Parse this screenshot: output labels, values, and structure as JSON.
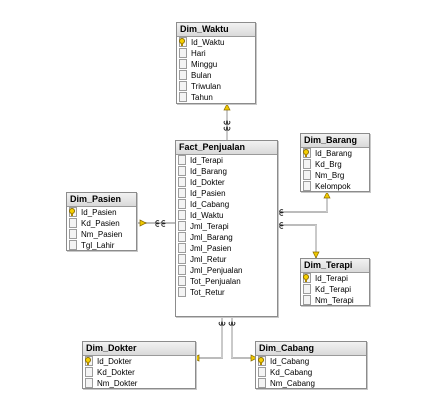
{
  "tables": [
    {
      "id": "dim_waktu",
      "title": "Dim_Waktu",
      "columns": [
        {
          "name": "Id_Waktu",
          "pk": true
        },
        {
          "name": "Hari"
        },
        {
          "name": "Minggu"
        },
        {
          "name": "Bulan"
        },
        {
          "name": "Triwulan"
        },
        {
          "name": "Tahun"
        }
      ]
    },
    {
      "id": "fact_penjualan",
      "title": "Fact_Penjualan",
      "columns": [
        {
          "name": "Id_Terapi"
        },
        {
          "name": "Id_Barang"
        },
        {
          "name": "Id_Dokter"
        },
        {
          "name": "Id_Pasien"
        },
        {
          "name": "Id_Cabang"
        },
        {
          "name": "Id_Waktu"
        },
        {
          "name": "Jml_Terapi"
        },
        {
          "name": "Jml_Barang"
        },
        {
          "name": "Jml_Pasien"
        },
        {
          "name": "Jml_Retur"
        },
        {
          "name": "Jml_Penjualan"
        },
        {
          "name": "Tot_Penjualan"
        },
        {
          "name": "Tot_Retur"
        }
      ]
    },
    {
      "id": "dim_barang",
      "title": "Dim_Barang",
      "columns": [
        {
          "name": "Id_Barang",
          "pk": true
        },
        {
          "name": "Kd_Brg"
        },
        {
          "name": "Nm_Brg"
        },
        {
          "name": "Kelompok"
        }
      ]
    },
    {
      "id": "dim_pasien",
      "title": "Dim_Pasien",
      "columns": [
        {
          "name": "Id_Pasien",
          "pk": true
        },
        {
          "name": "Kd_Pasien"
        },
        {
          "name": "Nm_Pasien"
        },
        {
          "name": "Tgl_Lahir"
        }
      ]
    },
    {
      "id": "dim_terapi",
      "title": "Dim_Terapi",
      "columns": [
        {
          "name": "Id_Terapi",
          "pk": true
        },
        {
          "name": "Kd_Terapi"
        },
        {
          "name": "Nm_Terapi"
        }
      ]
    },
    {
      "id": "dim_dokter",
      "title": "Dim_Dokter",
      "columns": [
        {
          "name": "Id_Dokter",
          "pk": true
        },
        {
          "name": "Kd_Dokter"
        },
        {
          "name": "Nm_Dokter"
        }
      ]
    },
    {
      "id": "dim_cabang",
      "title": "Dim_Cabang",
      "columns": [
        {
          "name": "Id_Cabang",
          "pk": true
        },
        {
          "name": "Kd_Cabang"
        },
        {
          "name": "Nm_Cabang"
        }
      ]
    }
  ],
  "relationships": [
    {
      "from": "fact_penjualan",
      "to": "dim_waktu"
    },
    {
      "from": "fact_penjualan",
      "to": "dim_barang"
    },
    {
      "from": "fact_penjualan",
      "to": "dim_pasien"
    },
    {
      "from": "fact_penjualan",
      "to": "dim_terapi"
    },
    {
      "from": "fact_penjualan",
      "to": "dim_dokter"
    },
    {
      "from": "fact_penjualan",
      "to": "dim_cabang"
    }
  ],
  "colors": {
    "key_icon": "#f6d000",
    "title_bar": "#d9d9d9",
    "border": "#8c8c8c",
    "connector": "#4d4d4d"
  }
}
